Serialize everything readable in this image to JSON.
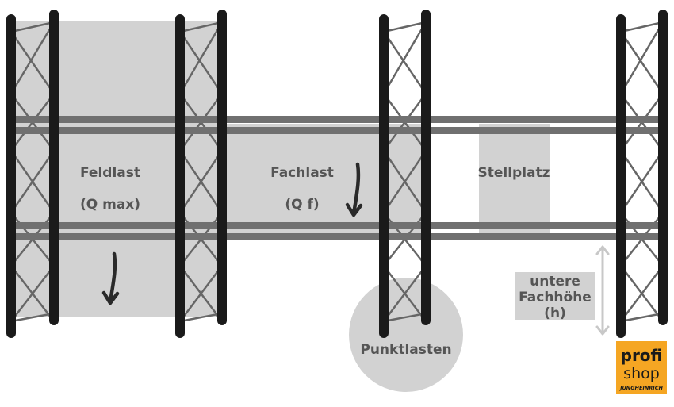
{
  "labels": {
    "feldlast": "Feldlast",
    "feldlast_sub": "(Q max)",
    "fachlast": "Fachlast",
    "fachlast_sub": "(Q f)",
    "stellplatz": "Stellplatz",
    "punktlasten": "Punktlasten",
    "fachhoehe_line1": "untere",
    "fachhoehe_line2": "Fachhöhe",
    "fachhoehe_line3": "(h)"
  },
  "logo": {
    "line1": "profi",
    "line2": "shop",
    "tagline": "JUNGHEINRICH"
  },
  "colors": {
    "upright": "#1a1a1a",
    "brace": "#666666",
    "beam": "#707070",
    "highlight": "#d2d2d2",
    "text": "#555555",
    "arrow": "#2a2a2a",
    "dimension": "#c8c8c8",
    "logo_bg": "#f5a623",
    "logo_text": "#1a1a1a"
  }
}
